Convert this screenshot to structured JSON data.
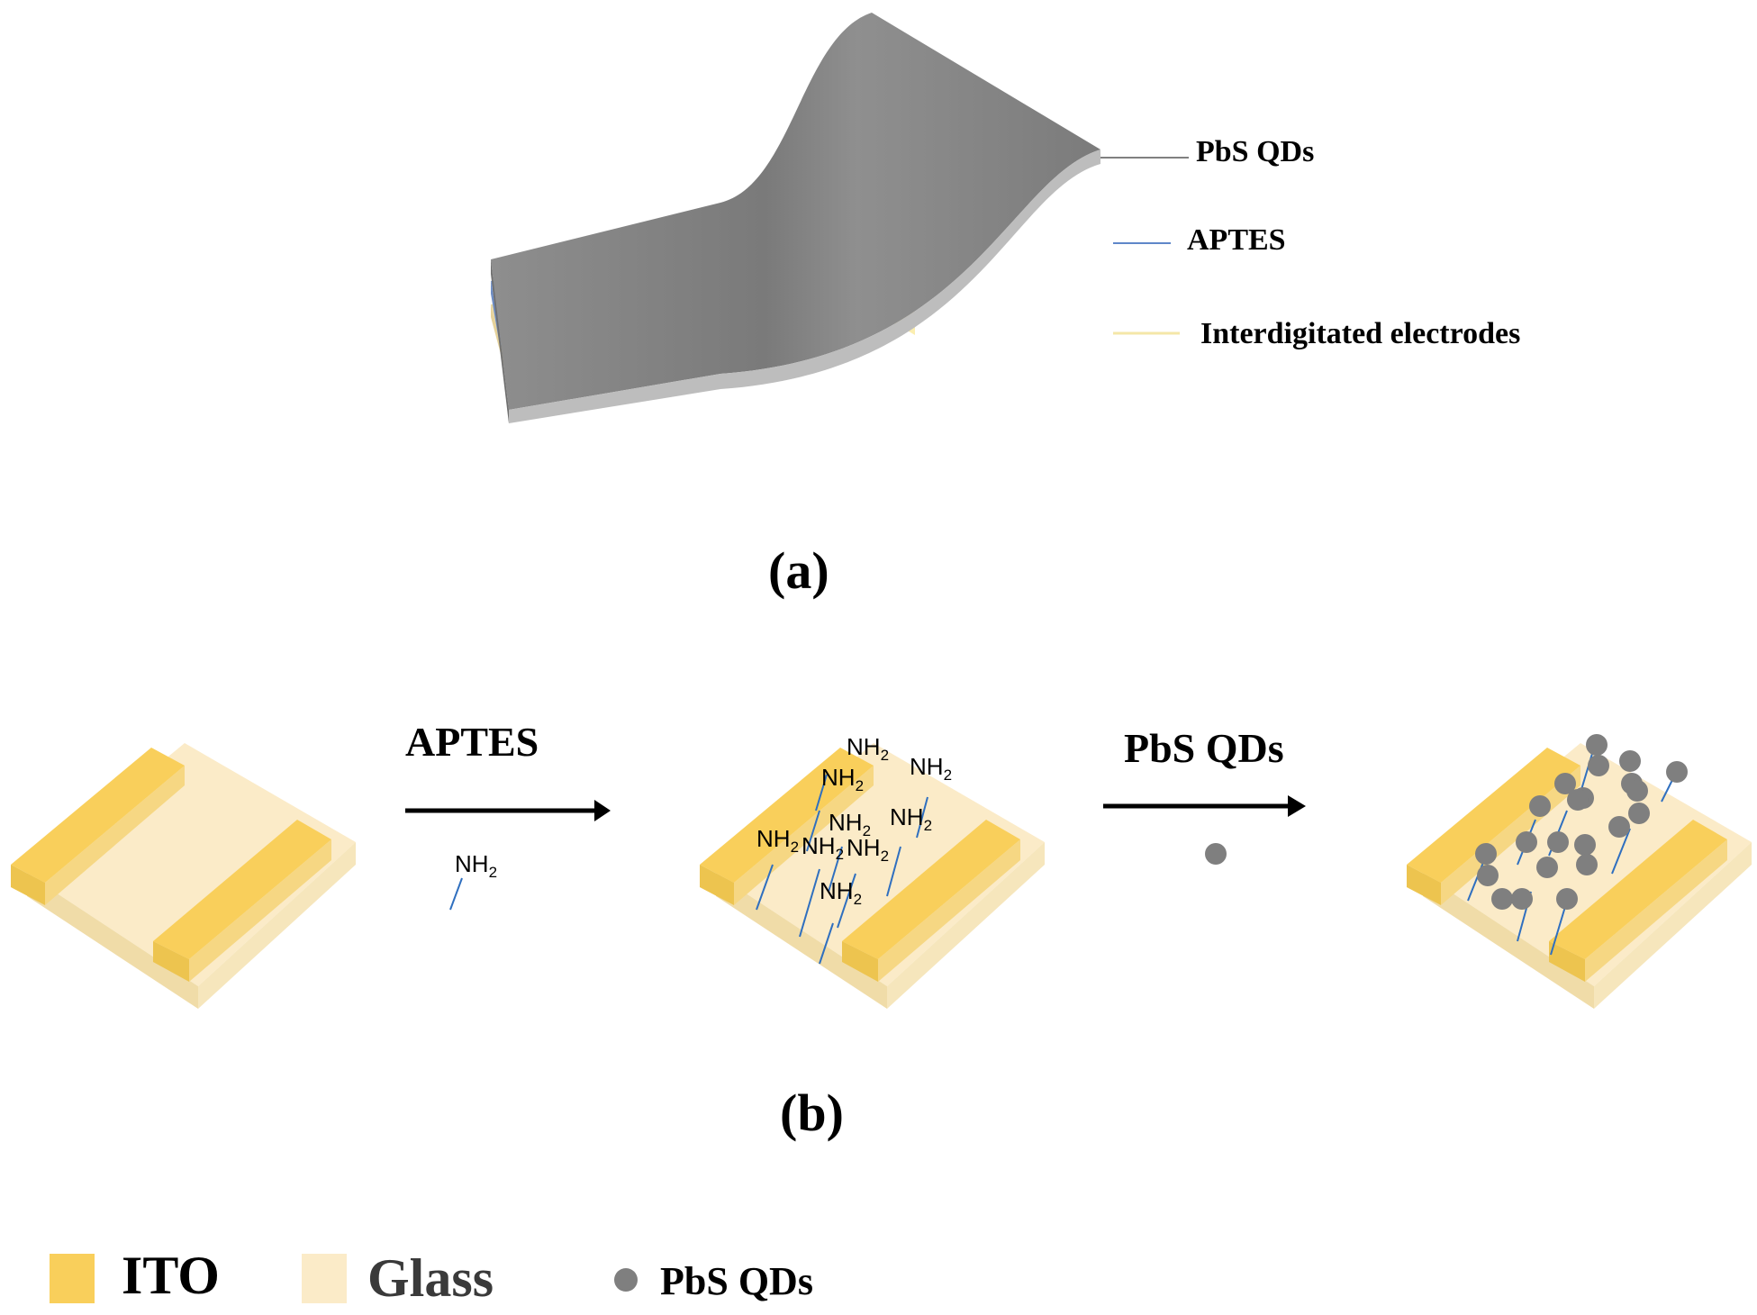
{
  "figure_a": {
    "panel_label": "(a)",
    "layers": [
      {
        "label": "PbS QDs",
        "color": "#8a8a8a",
        "edge_color": "#b9b9b9"
      },
      {
        "label": "APTES",
        "color": "#7f9fd6",
        "edge_color": "#a9c3ee"
      },
      {
        "label": "Interdigitated electrodes",
        "color": "#e8d69a",
        "edge_color": "#fbeeb3"
      }
    ]
  },
  "figure_b": {
    "panel_label": "(b)",
    "step1": {
      "label": "APTES",
      "molecule_label": "NH2"
    },
    "step2": {
      "label": "PbS QDs"
    },
    "amine_labels": [
      "NH2",
      "NH2",
      "NH2",
      "NH2",
      "NH2",
      "NH2",
      "NH2",
      "NH2",
      "NH2"
    ]
  },
  "legend": {
    "items": [
      {
        "label": "ITO",
        "color": "#f9cf5b"
      },
      {
        "label": "Glass",
        "color": "#fbebc8"
      },
      {
        "label": "PbS QDs",
        "color": "#7f7f7f"
      }
    ]
  },
  "colors": {
    "ito": "#f9cf5b",
    "glass": "#fbebc8",
    "qd": "#7f7f7f",
    "linker": "#2f6fbf"
  }
}
